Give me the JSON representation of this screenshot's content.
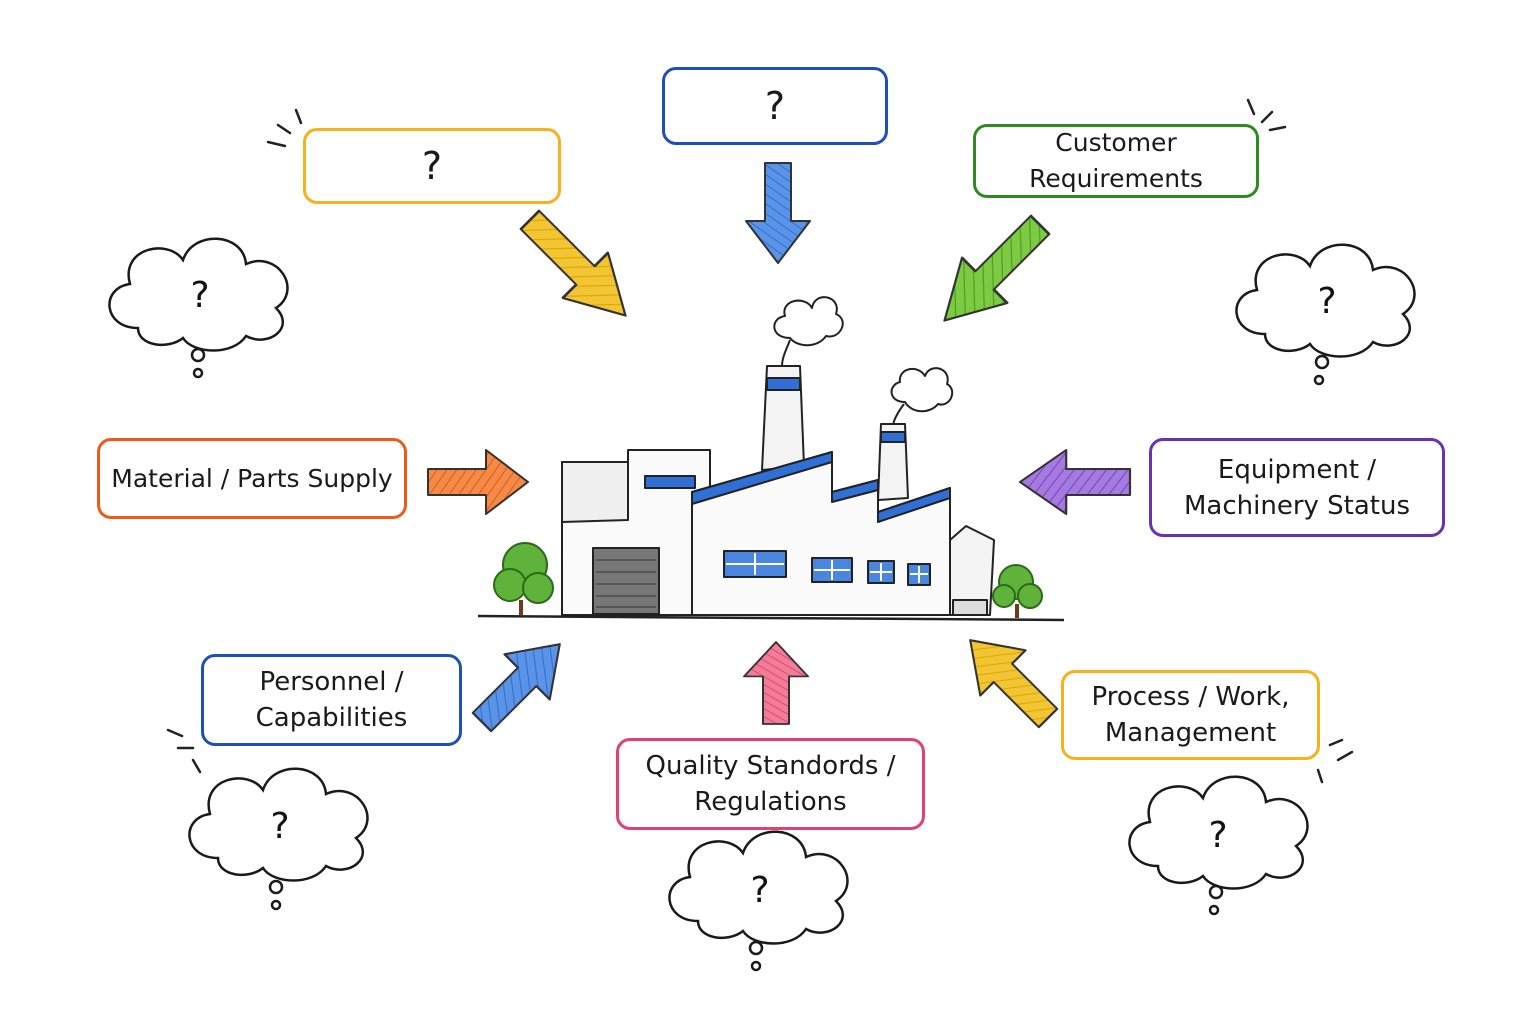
{
  "boxes": {
    "top_left": {
      "text": "?",
      "color": "#f5b21c"
    },
    "top_center": {
      "text": "?",
      "color": "#1f4fb8"
    },
    "customer": {
      "text": "Customer Requirements",
      "color": "#2e8b1f"
    },
    "material": {
      "text": "Material / Parts Supply",
      "color": "#ee5a1c"
    },
    "equipment": {
      "line1": "Equipment /",
      "line2": "Machinery Status",
      "color": "#6a32b0"
    },
    "personnel": {
      "line1": "Personnel /",
      "line2": "Capabilities",
      "color": "#1f4fb8"
    },
    "quality": {
      "line1": "Quality Standords /",
      "line2": "Regulations",
      "color": "#e0416e"
    },
    "process": {
      "line1": "Process / Work,",
      "line2": "Management",
      "color": "#f5b21c"
    }
  },
  "clouds": {
    "upper_left": "?",
    "upper_right": "?",
    "lower_left": "?",
    "bottom_center": "?",
    "lower_right": "?"
  },
  "arrow_colors": {
    "yellow": "#f2c535",
    "blue": "#4a86e0",
    "green": "#74c23a",
    "orange": "#f07a3a",
    "purple": "#9a6ad8",
    "pink": "#ef6f8f"
  },
  "factory": {
    "trim_color": "#2f6fd6",
    "tree_color": "#5fb33a"
  }
}
